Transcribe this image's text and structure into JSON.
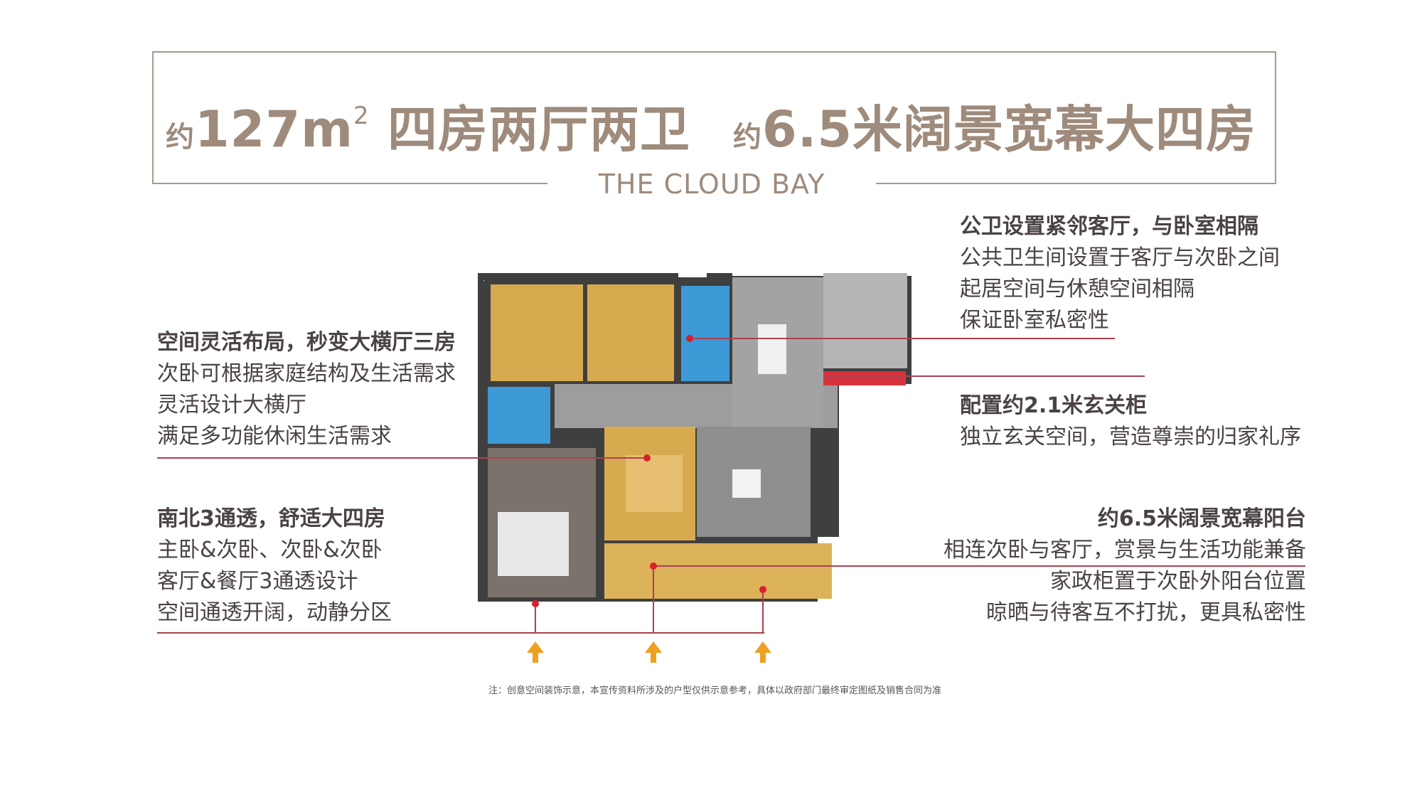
{
  "header": {
    "prefix1": "约",
    "area": "127m",
    "area_sup": "2",
    "layout": "四房两厅两卫",
    "prefix2": "约",
    "width_feature": "6.5米阔景宽幕大四房",
    "brand": "THE CLOUD BAY"
  },
  "callouts": {
    "left_top": {
      "heading": "空间灵活布局，秒变大横厅三房",
      "lines": [
        "次卧可根据家庭结构及生活需求",
        "灵活设计大横厅",
        "满足多功能休闲生活需求"
      ]
    },
    "left_bottom": {
      "heading": "南北3通透，舒适大四房",
      "lines": [
        "主卧&次卧、次卧&次卧",
        "客厅&餐厅3通透设计",
        "空间通透开阔，动静分区"
      ]
    },
    "right_top": {
      "heading": "公卫设置紧邻客厅，与卧室相隔",
      "lines": [
        "公共卫生间设置于客厅与次卧之间",
        "起居空间与休憩空间相隔",
        "保证卧室私密性"
      ]
    },
    "right_middle": {
      "heading": "配置约2.1米玄关柜",
      "lines": [
        "独立玄关空间，营造尊崇的归家礼序"
      ]
    },
    "right_bottom": {
      "heading": "约6.5米阔景宽幕阳台",
      "lines": [
        "相连次卧与客厅，赏景与生活功能兼备",
        "家政柜置于次卧外阳台位置",
        "晾晒与待客互不打扰，更具私密性"
      ]
    }
  },
  "footnote": "注：创意空间装饰示意，本宣传资料所涉及的户型仅供示意参考，具体以政府部门最终审定图纸及销售合同为准",
  "colors": {
    "title": "#9e8b7c",
    "text": "#4a4243",
    "leader": "#a8434f",
    "arrow": "#f0a020",
    "bedroom": "#d8aa50",
    "bathroom": "#3d9ad6",
    "floor": "#9d9d9d"
  },
  "icons": [
    "sunlight-arrow-icon",
    "sunlight-arrow-icon",
    "sunlight-arrow-icon"
  ]
}
